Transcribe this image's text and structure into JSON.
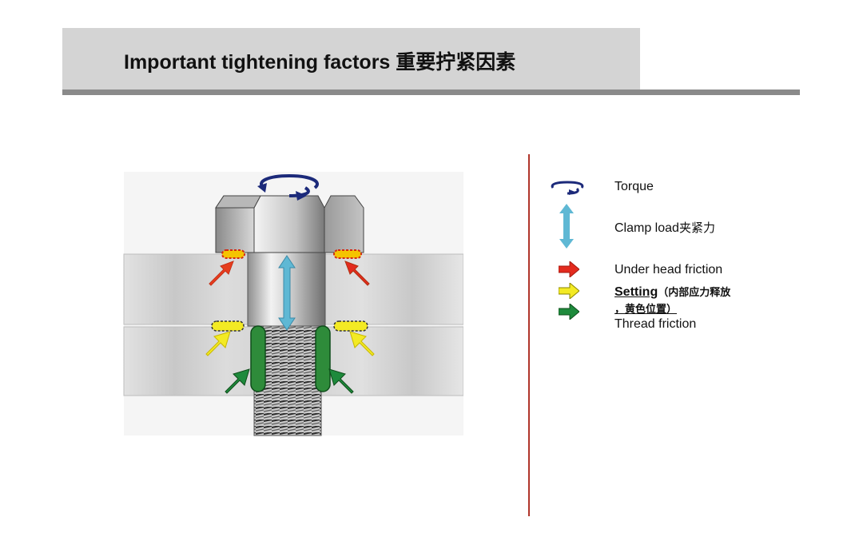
{
  "title": "Important tightening factors 重要拧紧因素",
  "legend": {
    "torque": "Torque",
    "clamp_load": "Clamp load",
    "clamp_load_cn": "夹紧力",
    "under_head": "Under head friction",
    "setting": "Setting",
    "setting_cn_1": "（内部应力释放",
    "setting_cn_2": "，黄色位置）",
    "thread": "Thread friction"
  },
  "colors": {
    "accent_divider": "#b0352a",
    "torque_arrow": "#1c2a7a",
    "clamp_arrow": "#5fb8d4",
    "under_head_arrow": "#e32b1e",
    "setting_arrow": "#f2ea10",
    "thread_arrow": "#1e8a3c"
  },
  "icons": [
    "torque-rotation-icon",
    "clamp-load-arrow-icon",
    "red-arrow-icon",
    "yellow-arrow-icon",
    "green-arrow-icon"
  ]
}
